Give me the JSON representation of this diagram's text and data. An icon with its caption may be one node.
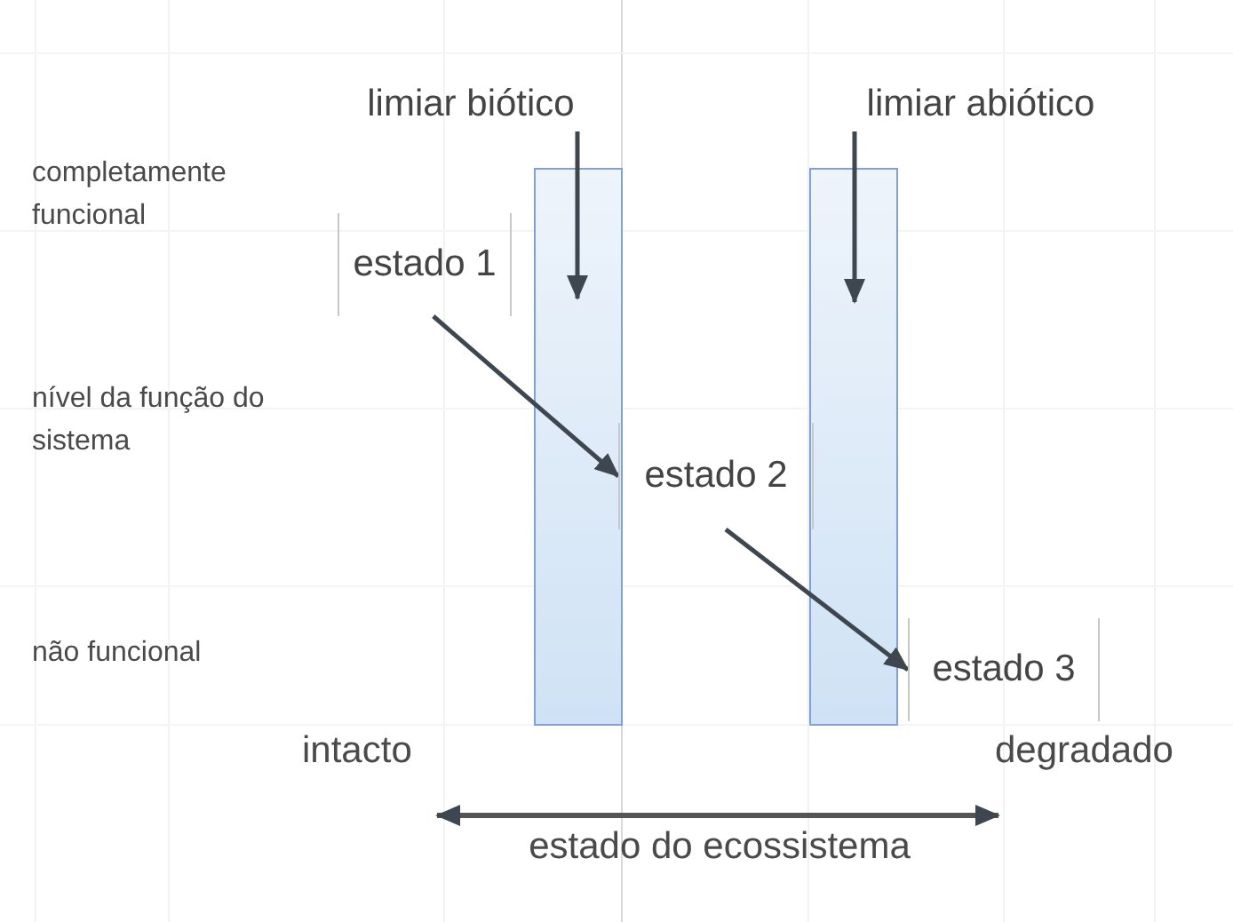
{
  "diagram": {
    "nodes": [
      {
        "text": [
          "limiar biótico"
        ]
      },
      {
        "text": [
          "limiar abiótico"
        ]
      },
      {
        "text": [
          "estado 1"
        ]
      },
      {
        "text": [
          "estado 2"
        ]
      },
      {
        "text": [
          "estado 3"
        ]
      }
    ],
    "edges": [
      {
        "from": 0,
        "to": null,
        "arrow": "to"
      },
      {
        "from": 1,
        "to": null,
        "arrow": "to"
      },
      {
        "from": 2,
        "to": 3,
        "arrow": "to"
      },
      {
        "from": 3,
        "to": 4,
        "arrow": "to"
      }
    ],
    "labels": [
      "completamente funcional",
      "nível da função do sistema",
      "não funcional",
      "intacto",
      "degradado",
      "estado do ecossistema"
    ]
  }
}
